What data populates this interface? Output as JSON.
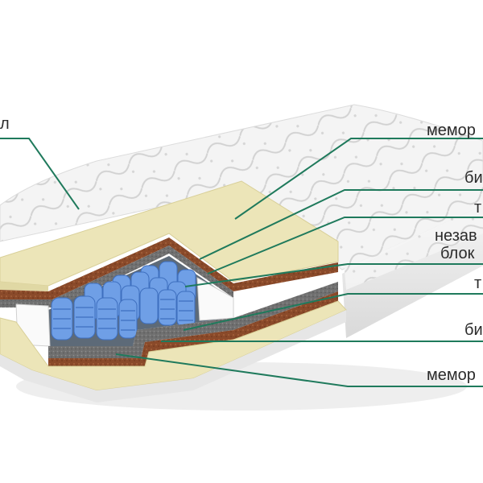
{
  "labels": {
    "cover": "л",
    "memory_top": "мемор",
    "bio_top": "би",
    "t_top": "т",
    "spring_line1": "незав",
    "spring_line2": "блок",
    "t_bottom": "т",
    "bio_bottom": "би",
    "memory_bottom": "мемор"
  },
  "colors": {
    "leader_line": "#1f7a5c",
    "foam": "#ece5b8",
    "coir": "#8b4a2b",
    "felt": "#6e6e6e",
    "spring": "#6f9fe6",
    "cover": "#f3f3f3"
  }
}
